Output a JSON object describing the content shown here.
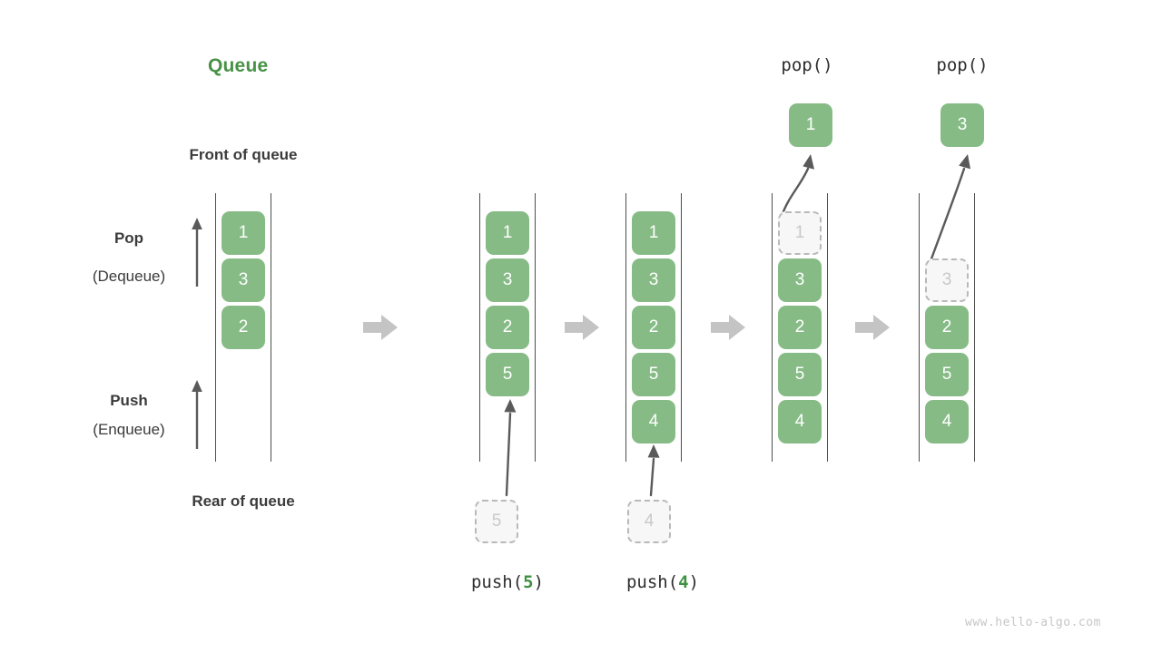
{
  "diagram": {
    "title": "Queue",
    "watermark": "www.hello-algo.com",
    "labels": {
      "front_of_queue": "Front of queue",
      "rear_of_queue": "Rear of queue",
      "pop_main": "Pop",
      "pop_sub": "(Dequeue)",
      "push_main": "Push",
      "push_sub": "(Enqueue)"
    },
    "colors": {
      "title_green": "#479246",
      "cell_green": "#86bb86",
      "cell_text": "#ffffff",
      "ghost_fill": "#f7f7f7",
      "ghost_border": "#b9b9b9",
      "ghost_text": "#c9c9c9",
      "rail": "#4d4d4d",
      "block_arrow": "#c4c4c4",
      "thin_arrow": "#5a5a5a",
      "caption_text": "#3b3b3b",
      "watermark_text": "#c6c6c6"
    },
    "steps": [
      {
        "id": "initial",
        "op_label": null,
        "cells": [
          "1",
          "3",
          "2"
        ],
        "ghost_in_queue": null,
        "incoming_ghost": null,
        "popped_cell": null
      },
      {
        "id": "push-5",
        "op_label": "push(5)",
        "op_name": "push",
        "op_arg": "5",
        "cells": [
          "1",
          "3",
          "2",
          "5"
        ],
        "ghost_in_queue": null,
        "incoming_ghost": "5",
        "popped_cell": null
      },
      {
        "id": "push-4",
        "op_label": "push(4)",
        "op_name": "push",
        "op_arg": "4",
        "cells": [
          "1",
          "3",
          "2",
          "5",
          "4"
        ],
        "ghost_in_queue": null,
        "incoming_ghost": "4",
        "popped_cell": null
      },
      {
        "id": "pop-1",
        "op_label": "pop()",
        "op_name": "pop",
        "op_arg": "",
        "cells": [
          "3",
          "2",
          "5",
          "4"
        ],
        "ghost_in_queue": "1",
        "incoming_ghost": null,
        "popped_cell": "1"
      },
      {
        "id": "pop-3",
        "op_label": "pop()",
        "op_name": "pop",
        "op_arg": "",
        "cells": [
          "2",
          "5",
          "4"
        ],
        "ghost_in_queue": "3",
        "incoming_ghost": null,
        "popped_cell": "3"
      }
    ]
  }
}
